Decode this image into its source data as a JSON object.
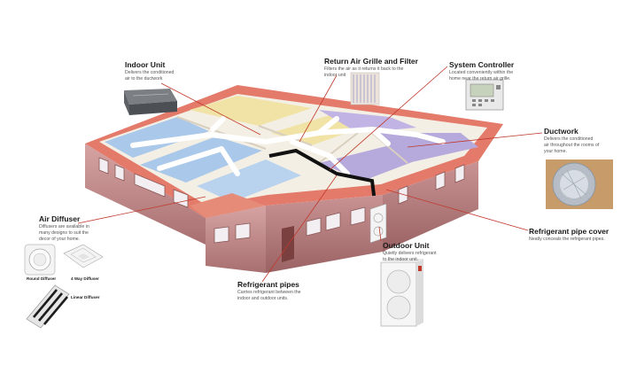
{
  "labels": {
    "indoor_unit": {
      "title": "Indoor Unit",
      "desc": [
        "Delivers the conditioned",
        "air to the ductwork"
      ]
    },
    "return_air": {
      "title": "Return Air Grille and Filter",
      "desc": [
        "Filters the air as it returns it back to the",
        "indoor unit"
      ]
    },
    "system_controller": {
      "title": "System Controller",
      "desc": [
        "Located conveniently within the",
        "home near the return air grille."
      ]
    },
    "ductwork": {
      "title": "Ductwork",
      "desc": [
        "Delivers the conditioned",
        "air throughout the rooms of",
        "your home."
      ]
    },
    "air_diffuser": {
      "title": "Air Diffuser",
      "desc": [
        "Diffusers are available in",
        "many designs to suit the",
        "decor of your home."
      ]
    },
    "outdoor_unit": {
      "title": "Outdoor Unit",
      "desc": [
        "Quietly delivers refrigerant",
        "to the indoor unit."
      ]
    },
    "refrigerant_pipe_cover": {
      "title": "Refrigerant pipe cover",
      "desc": [
        "Neatly conceals the refrigerant pipes."
      ]
    },
    "refrigerant_pipes": {
      "title": "Refrigerant pipes",
      "desc": [
        "Carries refrigerant between the",
        "indoor and outdoor units."
      ]
    }
  },
  "diffuser_captions": {
    "round": "Round Diffuser",
    "four_way": "4 Way Diffuser",
    "linear": "Linear Diffuser"
  },
  "colors": {
    "roof": "#e47a6a",
    "wall": "#c28c8c",
    "leader_line": "#c0392b",
    "room_blue": "#a9c8ea",
    "room_yellow": "#f1e3a6",
    "room_purple": "#b6a9dc"
  }
}
